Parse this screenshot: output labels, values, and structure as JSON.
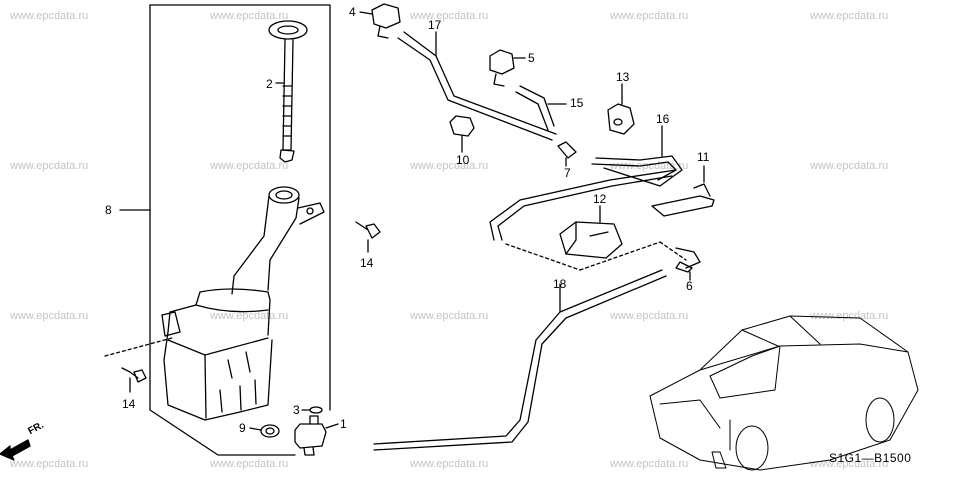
{
  "watermarks": [
    "www.epcdata.ru",
    "www.epcdata.ru",
    "www.epcdata.ru",
    "www.epcdata.ru",
    "www.epcdata.ru",
    "www.epcdata.ru",
    "www.epcdata.ru",
    "www.epcdata.ru",
    "www.epcdata.ru",
    "www.epcdata.ru",
    "www.epcdata.ru",
    "www.epcdata.ru",
    "www.epcdata.ru",
    "www.epcdata.ru",
    "www.epcdata.ru",
    "www.epcdata.ru",
    "www.epcdata.ru",
    "www.epcdata.ru",
    "www.epcdata.ru",
    "www.epcdata.ru"
  ],
  "callouts": {
    "c1": "1",
    "c2": "2",
    "c3": "3",
    "c4": "4",
    "c5": "5",
    "c6": "6",
    "c7": "7",
    "c8": "8",
    "c9": "9",
    "c10": "10",
    "c11": "11",
    "c12": "12",
    "c13": "13",
    "c14a": "14",
    "c14b": "14",
    "c15": "15",
    "c16": "16",
    "c17": "17",
    "c18": "18"
  },
  "front_label": "FR.",
  "diagram_code": "S1G1—B1500",
  "colors": {
    "line": "#000000",
    "watermark": "#c4c4c4",
    "background": "#ffffff"
  }
}
